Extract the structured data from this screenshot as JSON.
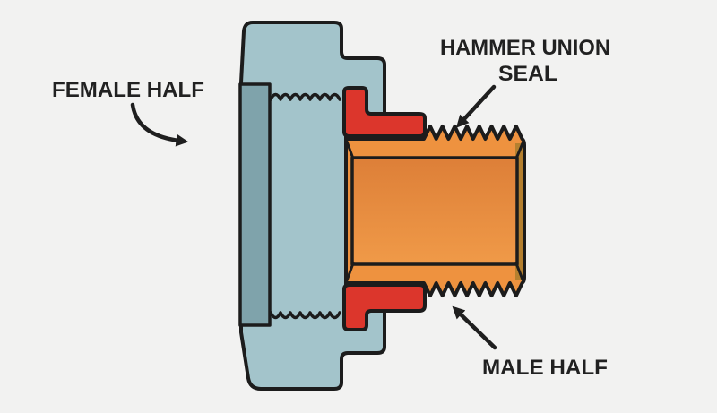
{
  "diagram": {
    "title": "Hammer union cross-section",
    "type": "technical-cutaway-illustration"
  },
  "labels": {
    "female": "FEMALE HALF",
    "seal_line1": "HAMMER UNION",
    "seal_line2": "SEAL",
    "male": "MALE HALF"
  },
  "parts": [
    {
      "name": "female-half",
      "label": "FEMALE HALF",
      "color_key": "female-light",
      "detail_color_key": "female-dark",
      "features": [
        "wing-nut body",
        "inner bore wall",
        "wavy thread lines top and bottom"
      ]
    },
    {
      "name": "hammer-union-seal",
      "label": "HAMMER UNION SEAL",
      "color_key": "seal-red",
      "features": [
        "L-shaped ring seal shown top and bottom of cross-section"
      ]
    },
    {
      "name": "male-half",
      "label": "MALE HALF",
      "color_key": "male-orange",
      "features": [
        "serrated external threads",
        "beveled pipe end face"
      ]
    }
  ],
  "colors": {
    "bg": "#f2f2f1",
    "outline": "#1c1c1c",
    "text": "#212121",
    "arrow": "#1f1f1f",
    "female-light": "#a3c4cb",
    "female-dark": "#7fa3ab",
    "male-orange": "#ee923f",
    "male-face-top": "#dd7f38",
    "male-face-bottom": "#f09a48",
    "male-edge": "#b5802f",
    "seal-red": "#dc362c"
  }
}
